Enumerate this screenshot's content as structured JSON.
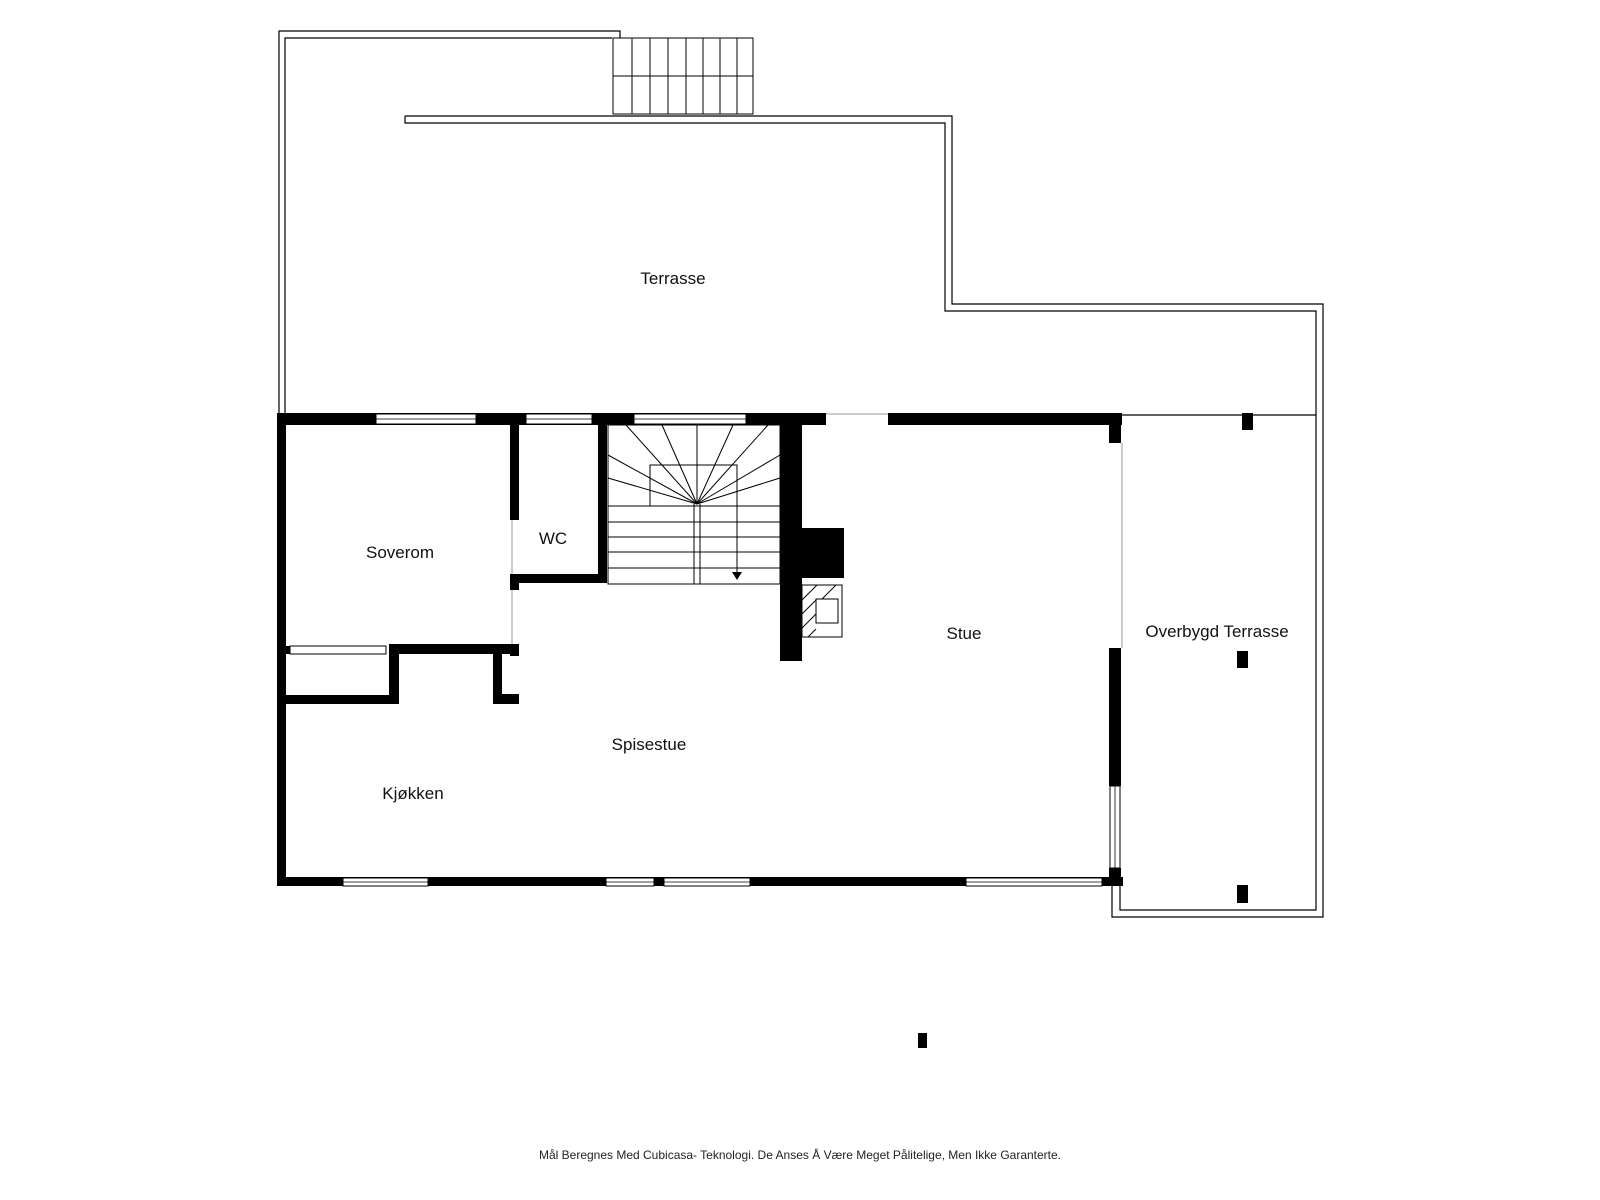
{
  "rooms": {
    "terrasse": "Terrasse",
    "soverom": "Soverom",
    "wc": "WC",
    "stue": "Stue",
    "overbygd_terrasse": "Overbygd Terrasse",
    "spisestue": "Spisestue",
    "kjokken": "Kjøkken"
  },
  "disclaimer": "Mål Beregnes Med Cubicasa- Teknologi. De Anses Å Være Meget Pålitelige, Men Ikke Garanterte.",
  "colors": {
    "wall": "#000000",
    "outline": "#000000",
    "background": "#ffffff"
  }
}
